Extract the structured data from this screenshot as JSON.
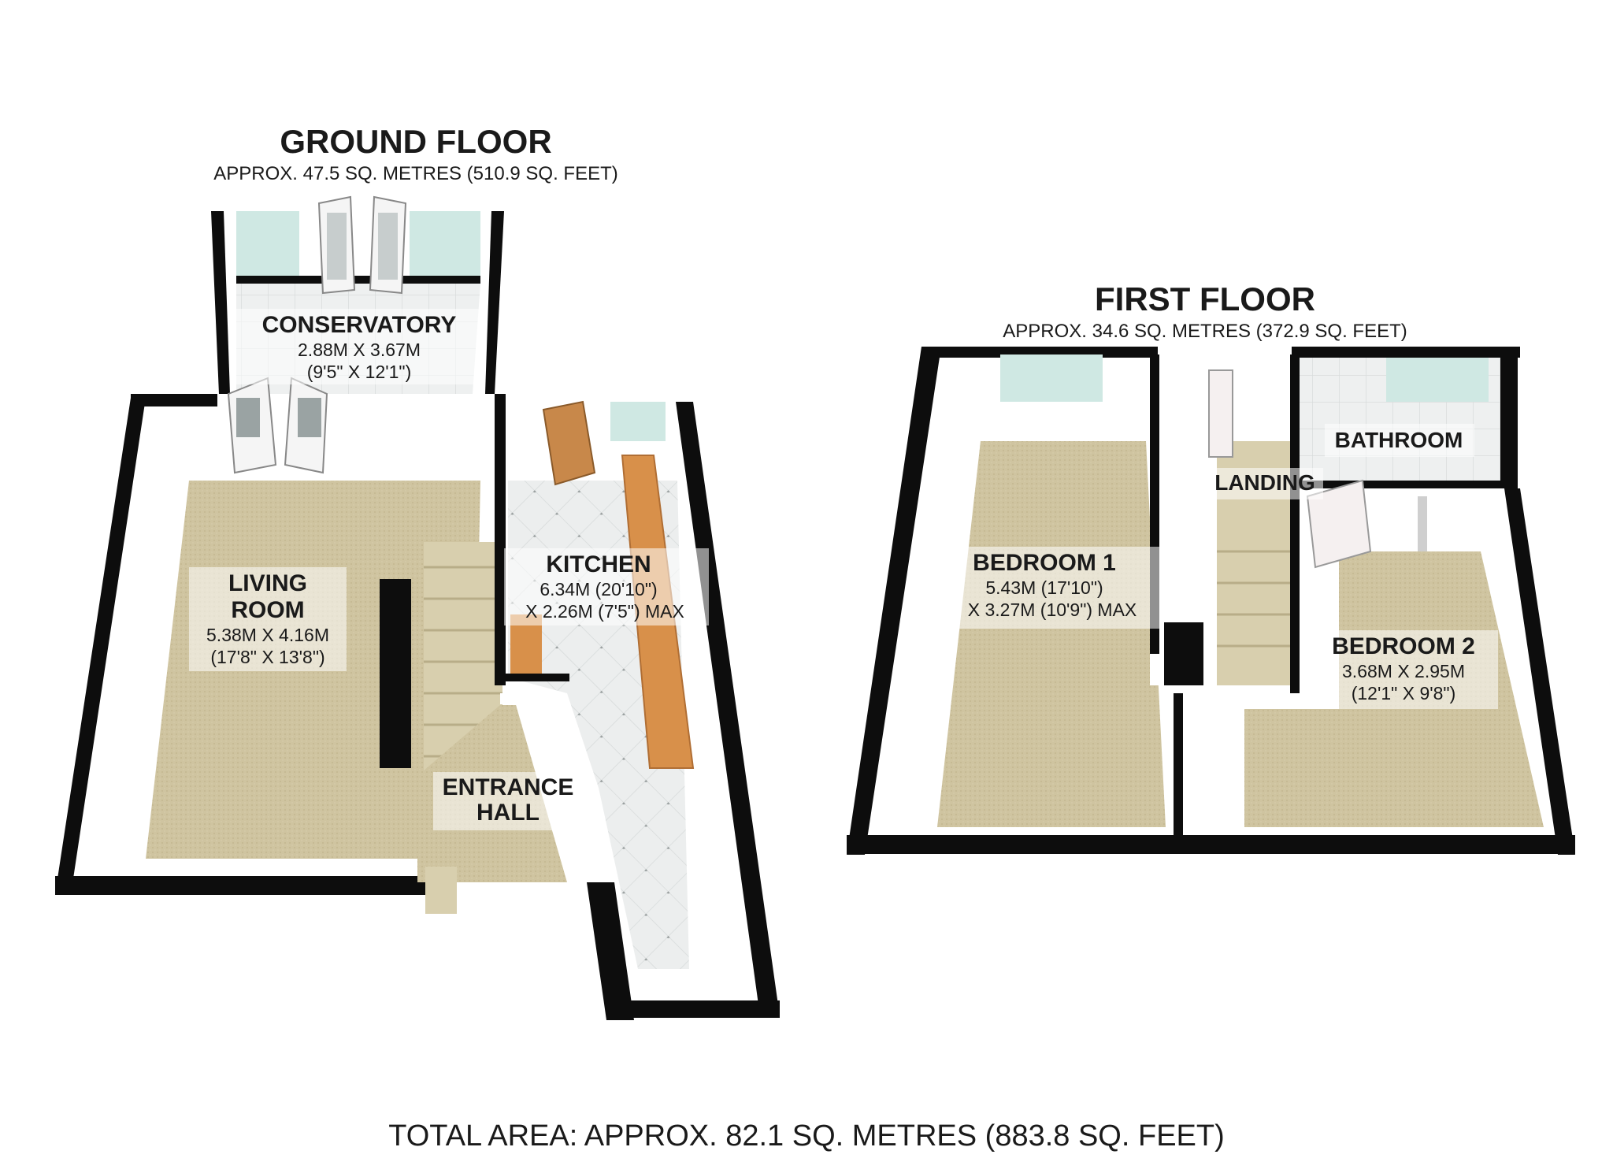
{
  "ground_floor": {
    "title": "GROUND FLOOR",
    "area": "APPROX. 47.5 SQ. METRES (510.9 SQ. FEET)",
    "rooms": {
      "conservatory": {
        "name": "CONSERVATORY",
        "dim_metric": "2.88M X 3.67M",
        "dim_imperial": "(9'5\" X 12'1\")"
      },
      "living_room": {
        "name_line1": "LIVING",
        "name_line2": "ROOM",
        "dim_metric": "5.38M X 4.16M",
        "dim_imperial": "(17'8\" X 13'8\")"
      },
      "kitchen": {
        "name": "KITCHEN",
        "dim_line1": "6.34M (20'10\")",
        "dim_line2": "X 2.26M (7'5\") MAX"
      },
      "entrance_hall": {
        "name_line1": "ENTRANCE",
        "name_line2": "HALL"
      }
    }
  },
  "first_floor": {
    "title": "FIRST FLOOR",
    "area": "APPROX. 34.6 SQ. METRES (372.9 SQ. FEET)",
    "rooms": {
      "bedroom_1": {
        "name": "BEDROOM 1",
        "dim_line1": "5.43M (17'10\")",
        "dim_line2": "X 3.27M (10'9\") MAX"
      },
      "bedroom_2": {
        "name": "BEDROOM 2",
        "dim_metric": "3.68M X 2.95M",
        "dim_imperial": "(12'1\" X 9'8\")"
      },
      "bathroom": {
        "name": "BATHROOM"
      },
      "landing": {
        "name": "LANDING"
      }
    }
  },
  "total_area": "TOTAL AREA: APPROX. 82.1 SQ. METRES (883.8 SQ. FEET)",
  "colors": {
    "wall": "#0d0d0d",
    "carpet": "#cfc4a0",
    "tile": "#e9ecec",
    "worktop": "#d8904a",
    "door_wood": "#c8884a",
    "glass": "#cfe8e3",
    "inner_wall": "#ffffff"
  }
}
